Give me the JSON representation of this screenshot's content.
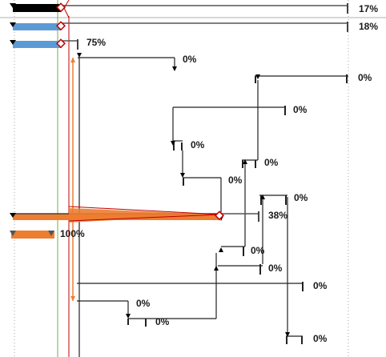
{
  "gantt": {
    "colors": {
      "summary": "#000000",
      "task_blue": "#5b9bd5",
      "task_orange": "#ed7d31",
      "critical_link": "#c00000",
      "dependency_link": "#000000",
      "today_line": "#70ad47",
      "gridline": "#a6a6a6",
      "milestone_diamond": "#c00000"
    },
    "bars": [
      {
        "id": "summary-1",
        "kind": "summary",
        "percent": "17%"
      },
      {
        "id": "task-blue-1",
        "kind": "task",
        "percent": "18%"
      },
      {
        "id": "task-blue-2",
        "kind": "task",
        "percent": "75%"
      },
      {
        "id": "task-a",
        "kind": "baseline",
        "percent": "0%"
      },
      {
        "id": "task-b",
        "kind": "baseline",
        "percent": "0%"
      },
      {
        "id": "task-c",
        "kind": "baseline",
        "percent": "0%"
      },
      {
        "id": "task-d",
        "kind": "baseline",
        "percent": "0%"
      },
      {
        "id": "task-e",
        "kind": "baseline",
        "percent": "0%"
      },
      {
        "id": "task-f",
        "kind": "baseline",
        "percent": "0%"
      },
      {
        "id": "task-g",
        "kind": "baseline",
        "percent": "0%"
      },
      {
        "id": "task-orange-1",
        "kind": "task",
        "percent": "38%"
      },
      {
        "id": "task-orange-2",
        "kind": "task",
        "percent": "100%"
      },
      {
        "id": "task-h",
        "kind": "baseline",
        "percent": "0%"
      },
      {
        "id": "task-i",
        "kind": "baseline",
        "percent": "0%"
      },
      {
        "id": "task-j",
        "kind": "baseline",
        "percent": "0%"
      },
      {
        "id": "task-k",
        "kind": "baseline",
        "percent": "0%"
      },
      {
        "id": "task-l",
        "kind": "baseline",
        "percent": "0%"
      },
      {
        "id": "task-m",
        "kind": "baseline",
        "percent": "0%"
      }
    ]
  }
}
